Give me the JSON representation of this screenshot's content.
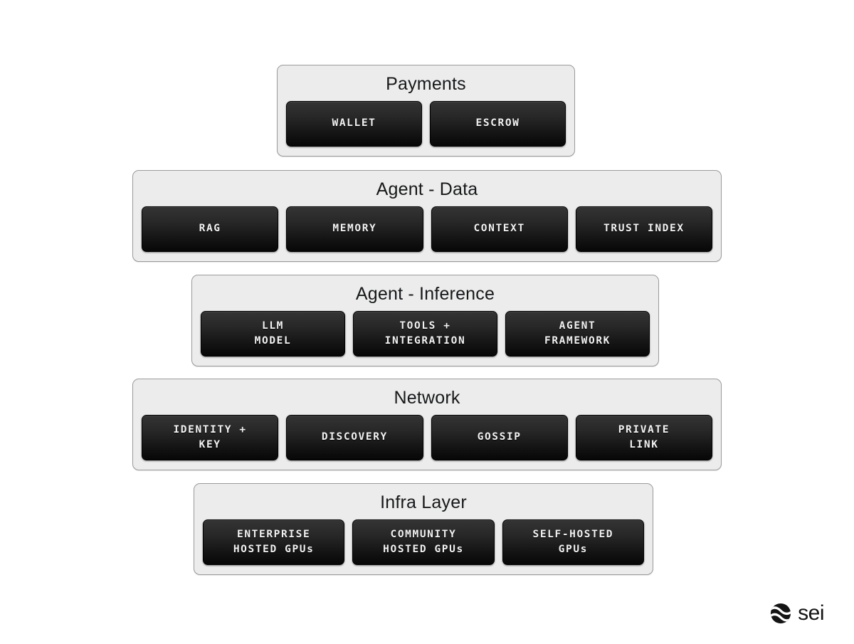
{
  "diagram": {
    "background_color": "#ffffff",
    "panel_color": "#ececec",
    "panel_border_color": "#9b9b9b",
    "node_color": "#141414",
    "node_text_color": "#f2f2f2",
    "layers": [
      {
        "title": "Payments",
        "nodes": [
          {
            "label": "WALLET"
          },
          {
            "label": "ESCROW"
          }
        ]
      },
      {
        "title": "Agent - Data",
        "nodes": [
          {
            "label": "RAG"
          },
          {
            "label": "MEMORY"
          },
          {
            "label": "CONTEXT"
          },
          {
            "label": "TRUST INDEX"
          }
        ]
      },
      {
        "title": "Agent - Inference",
        "nodes": [
          {
            "label": "LLM\nMODEL"
          },
          {
            "label": "TOOLS +\nINTEGRATION"
          },
          {
            "label": "AGENT\nFRAMEWORK"
          }
        ]
      },
      {
        "title": "Network",
        "nodes": [
          {
            "label": "IDENTITY +\nKEY"
          },
          {
            "label": "DISCOVERY"
          },
          {
            "label": "GOSSIP"
          },
          {
            "label": "PRIVATE\nLINK"
          }
        ]
      },
      {
        "title": "Infra Layer",
        "nodes": [
          {
            "label": "ENTERPRISE\nHOSTED GPUs"
          },
          {
            "label": "COMMUNITY\nHOSTED GPUs"
          },
          {
            "label": "SELF-HOSTED\nGPUs"
          }
        ]
      }
    ]
  },
  "logo": {
    "icon": "sei-wave-circle-icon",
    "text": "sei",
    "color": "#141414"
  }
}
